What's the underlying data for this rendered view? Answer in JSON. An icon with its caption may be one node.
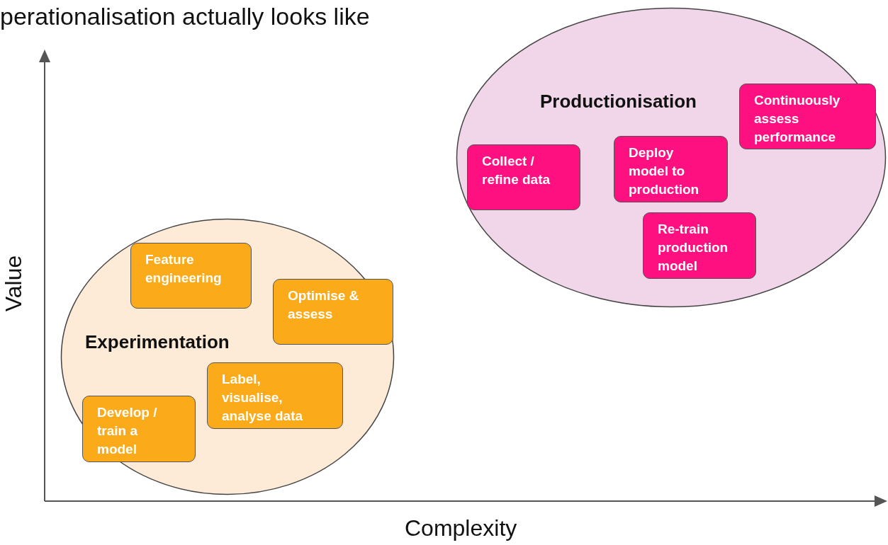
{
  "diagram": {
    "title": "perationalisation actually looks like",
    "nodes": [
      {
        "text": [
          "Experimentation"
        ]
      },
      {
        "text": [
          "Feature engineering"
        ],
        "in": 0
      },
      {
        "text": [
          "Optimise & assess"
        ],
        "in": 0
      },
      {
        "text": [
          "Label, visualise, analyse data"
        ],
        "in": 0
      },
      {
        "text": [
          "Develop / train a model"
        ],
        "in": 0
      },
      {
        "text": [
          "Productionisation"
        ]
      },
      {
        "text": [
          "Continuously assess performance"
        ],
        "in": 5
      },
      {
        "text": [
          "Collect / refine data"
        ],
        "in": 5
      },
      {
        "text": [
          "Deploy model to production"
        ],
        "in": 5
      },
      {
        "text": [
          "Re-train production model"
        ],
        "in": 5
      }
    ],
    "edges": [],
    "labels": [
      "Value",
      "Complexity"
    ]
  }
}
